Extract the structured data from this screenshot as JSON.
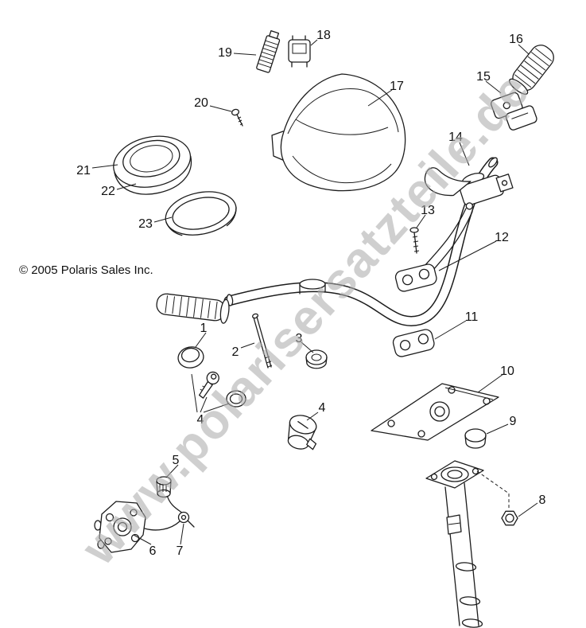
{
  "copyright": "© 2005 Polaris Sales Inc.",
  "watermark": {
    "text": "www.polarisersatzteile.de",
    "color": "#acacac"
  },
  "colors": {
    "line": "#1c1c1c",
    "background": "#ffffff"
  },
  "callouts": {
    "c1": "1",
    "c2": "2",
    "c3": "3",
    "c4a": "4",
    "c4b": "4",
    "c5": "5",
    "c6": "6",
    "c7": "7",
    "c8": "8",
    "c9": "9",
    "c10": "10",
    "c11": "11",
    "c12": "12",
    "c13": "13",
    "c14": "14",
    "c15": "15",
    "c16": "16",
    "c17": "17",
    "c18": "18",
    "c19": "19",
    "c20": "20",
    "c21": "21",
    "c22": "22",
    "c23": "23"
  }
}
